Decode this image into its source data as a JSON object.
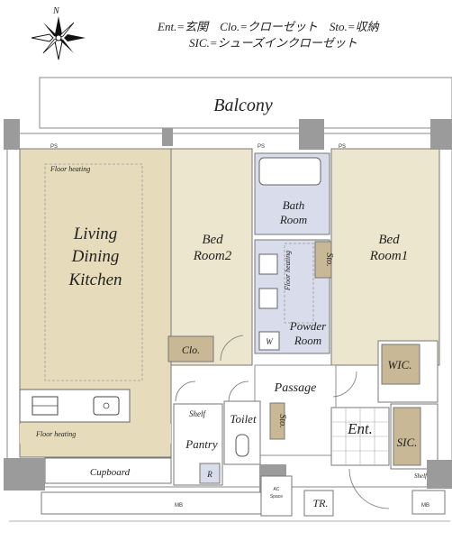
{
  "legend": {
    "line1": "Ent.=玄関　Clo.=クローゼット　Sto.=収納",
    "line2": "SIC.=シューズインクローゼット"
  },
  "compass": {
    "north": "N"
  },
  "rooms": {
    "balcony": "Balcony",
    "ldk_1": "Living",
    "ldk_2": "Dining",
    "ldk_3": "Kitchen",
    "bed2_1": "Bed",
    "bed2_2": "Room2",
    "bed1_1": "Bed",
    "bed1_2": "Room1",
    "bath_1": "Bath",
    "bath_2": "Room",
    "powder_1": "Powder",
    "powder_2": "Room",
    "passage": "Passage",
    "toilet": "Toilet",
    "pantry": "Pantry",
    "ent": "Ent.",
    "wic": "WIC.",
    "sic": "SIC.",
    "clo": "Clo.",
    "sto_right": "Sto.",
    "sto_passage": "Sto.",
    "cupboard": "Cupboard",
    "tr": "TR."
  },
  "small_labels": {
    "floor_heating_ldk": "Floor heating",
    "floor_heating_kitchen": "Floor heating",
    "floor_heating_powder": "Floor heating",
    "ps_left": "PS",
    "ps_mid": "PS",
    "ps_right": "PS",
    "mb_left": "MB",
    "mb_right": "MB",
    "shelf_pantry": "Shelf",
    "shelf_sic": "Shelf",
    "w": "W",
    "r": "R",
    "ac_1": "AC",
    "ac_2": "Space"
  },
  "colors": {
    "ldk_floor": "#e6dcbc",
    "bed_floor": "#ece6ce",
    "wet_area": "#d9dcea",
    "closet": "#c9b896",
    "wall": "#9b9b9b"
  }
}
